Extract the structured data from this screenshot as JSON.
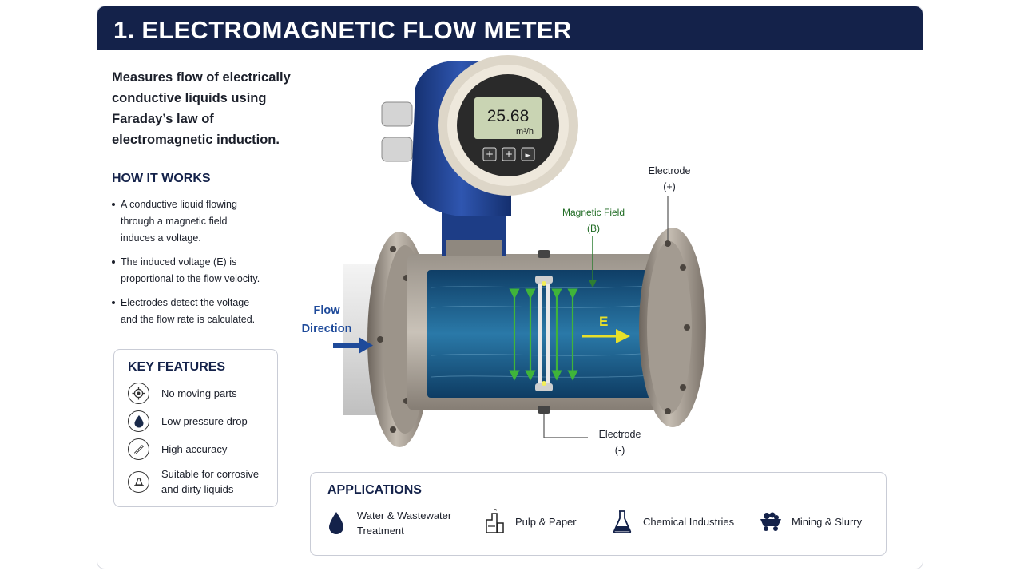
{
  "header": {
    "title": "1. ELECTROMAGNETIC FLOW METER"
  },
  "intro": {
    "lines": [
      "Measures flow of electrically",
      "conductive liquids using",
      "Faraday’s law of",
      "electromagnetic induction."
    ]
  },
  "how_it_works": {
    "title": "HOW IT WORKS",
    "items": [
      {
        "lines": [
          "A conductive liquid flowing",
          "through a magnetic field",
          "induces a voltage."
        ]
      },
      {
        "lines": [
          "The induced voltage (E) is",
          "proportional to the flow velocity."
        ]
      },
      {
        "lines": [
          "Electrodes detect the voltage",
          "and the flow rate is calculated."
        ]
      }
    ]
  },
  "key_features": {
    "title": "KEY FEATURES",
    "items": [
      {
        "icon": "target-icon",
        "lines": [
          "No moving parts"
        ]
      },
      {
        "icon": "droplet-icon",
        "lines": [
          "Low pressure drop"
        ]
      },
      {
        "icon": "pencil-icon",
        "lines": [
          "High accuracy"
        ]
      },
      {
        "icon": "corrosion-icon",
        "lines": [
          "Suitable for corrosive",
          "and dirty liquids"
        ]
      }
    ]
  },
  "diagram": {
    "display": {
      "value": "25.68",
      "unit": "m³/h"
    },
    "flow_direction": [
      "Flow",
      "Direction"
    ],
    "electrode_top": [
      "Electrode",
      "(+)"
    ],
    "magnetic_field": [
      "Magnetic Field",
      "(B)"
    ],
    "electrode_bottom": [
      "Electrode",
      "(-)"
    ],
    "e_label": "E",
    "colors": {
      "liquid": "#1d5f8a",
      "field_arrows": "#3fb43a",
      "e_arrow": "#e8e02a",
      "flow_arrow": "#1e4a9a",
      "transmitter": "#1f3f8f"
    }
  },
  "applications": {
    "title": "APPLICATIONS",
    "items": [
      {
        "icon": "water-drop-icon",
        "lines": [
          "Water & Wastewater",
          "Treatment"
        ]
      },
      {
        "icon": "pulp-paper-icon",
        "lines": [
          "Pulp & Paper"
        ]
      },
      {
        "icon": "flask-icon",
        "lines": [
          "Chemical Industries"
        ]
      },
      {
        "icon": "mining-cart-icon",
        "lines": [
          "Mining & Slurry"
        ]
      }
    ]
  }
}
